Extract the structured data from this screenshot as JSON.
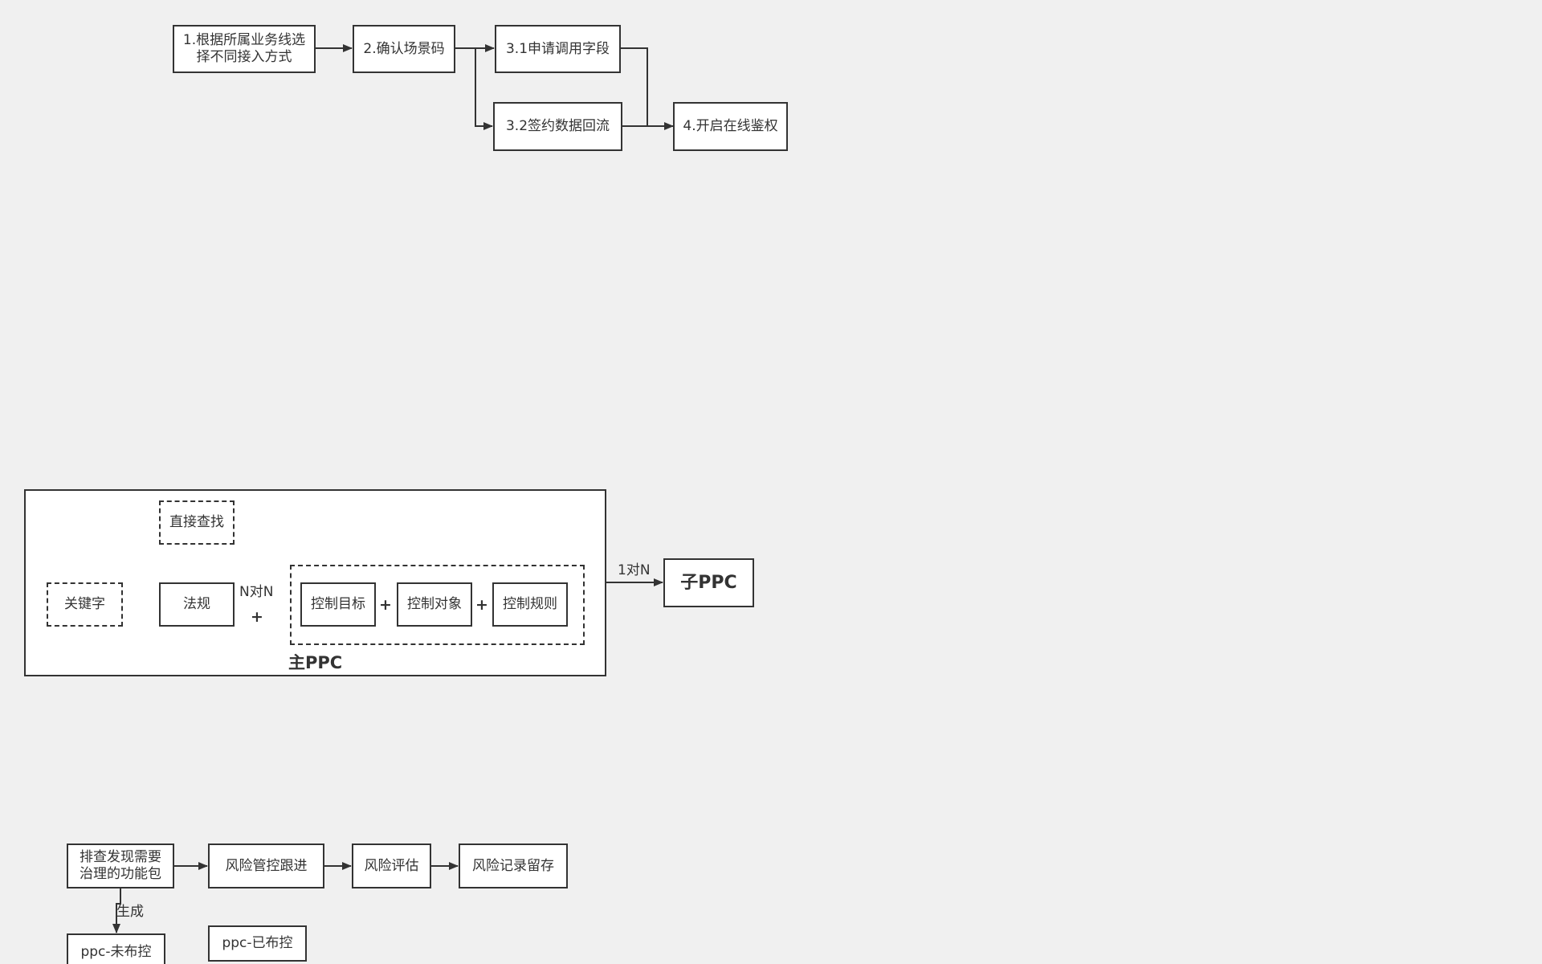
{
  "flow1": {
    "step1": "1.根据所属业务线选\n择不同接入方式",
    "step2": "2.确认场景码",
    "step3_1": "3.1申请调用字段",
    "step3_2": "3.2签约数据回流",
    "step4": "4.开启在线鉴权"
  },
  "ppc": {
    "container_title": "主PPC",
    "direct_search": "直接查找",
    "keyword": "关键字",
    "regulation": "法规",
    "n_to_n": "N对N",
    "plus": "+",
    "control_target": "控制目标",
    "control_object": "控制对象",
    "control_rule": "控制规则",
    "one_to_n": "1对N",
    "sub_ppc": "子PPC"
  },
  "flow3": {
    "investigate": "排查发现需要\n治理的功能包",
    "risk_follow": "风险管控跟进",
    "risk_assess": "风险评估",
    "risk_record": "风险记录留存",
    "generate": "生成",
    "ppc_unctrl": "ppc-未布控",
    "ppc_ctrl": "ppc-已布控"
  },
  "colors": {
    "background": "#f0f0f0",
    "stroke": "#333333",
    "node_fill": "#ffffff"
  }
}
